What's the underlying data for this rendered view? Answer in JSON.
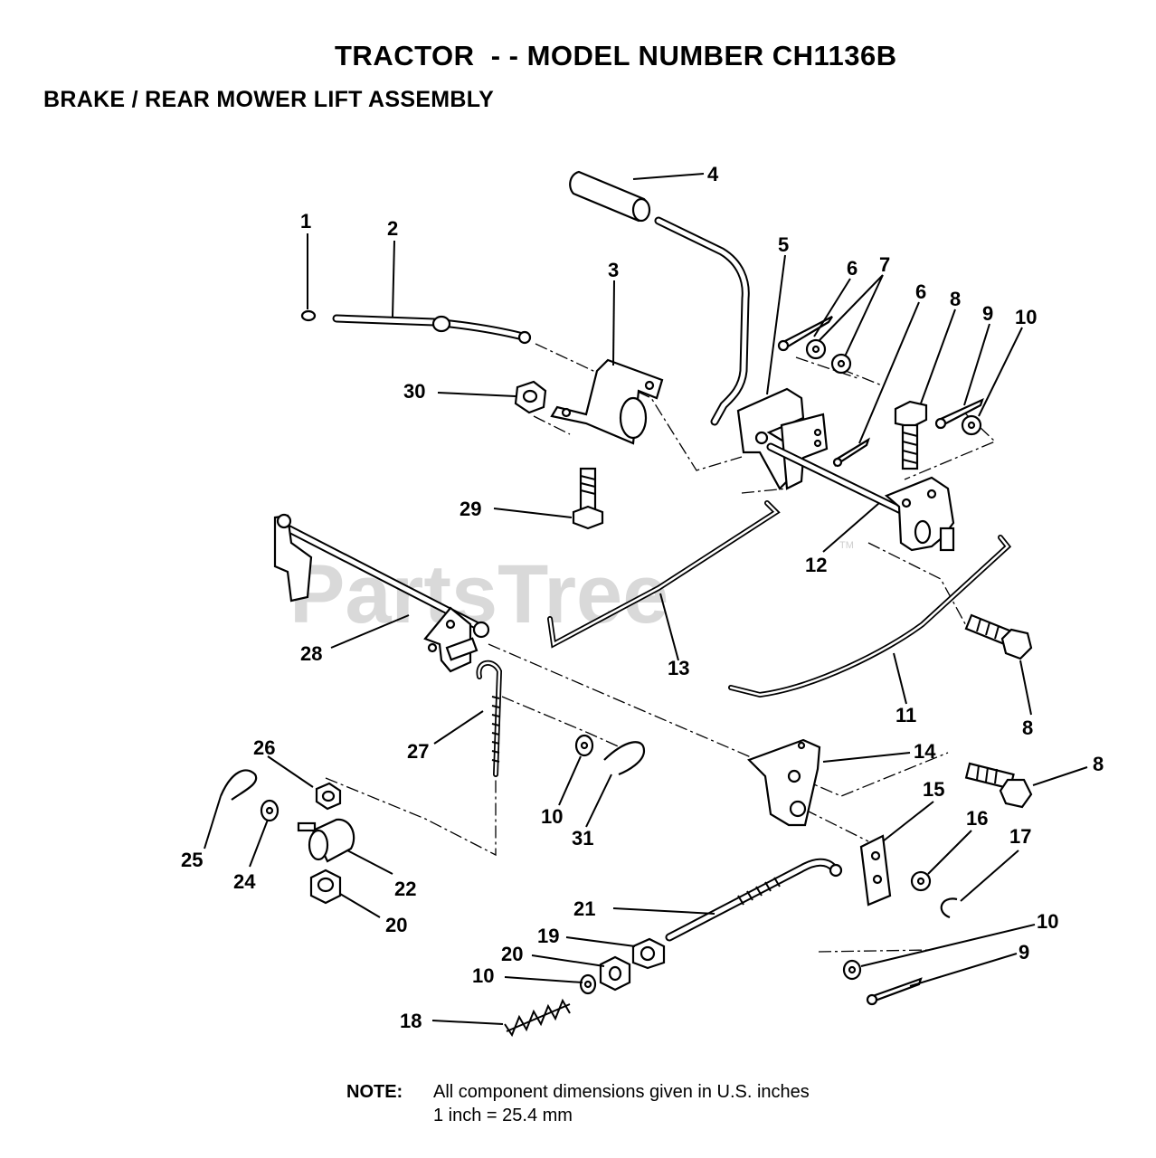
{
  "header": {
    "title": "TRACTOR  - - MODEL NUMBER CH1136B",
    "subtitle": "BRAKE / REAR MOWER LIFT ASSEMBLY"
  },
  "watermark": {
    "text": "PartsTree",
    "mark": "TM"
  },
  "callouts": {
    "c1": "1",
    "c2": "2",
    "c3": "3",
    "c4": "4",
    "c5": "5",
    "c6a": "6",
    "c6b": "6",
    "c7": "7",
    "c8a": "8",
    "c8b": "8",
    "c8c": "8",
    "c9a": "9",
    "c9b": "9",
    "c10a": "10",
    "c10b": "10",
    "c10c": "10",
    "c10d": "10",
    "c11": "11",
    "c12": "12",
    "c13": "13",
    "c14": "14",
    "c15": "15",
    "c16": "16",
    "c17": "17",
    "c18": "18",
    "c19": "19",
    "c20a": "20",
    "c20b": "20",
    "c21": "21",
    "c22": "22",
    "c24": "24",
    "c25": "25",
    "c26": "26",
    "c27": "27",
    "c28": "28",
    "c29": "29",
    "c30": "30",
    "c31": "31"
  },
  "note": {
    "label": "NOTE:",
    "line1": "All component dimensions given in U.S. inches",
    "line2": "1 inch = 25.4 mm"
  }
}
